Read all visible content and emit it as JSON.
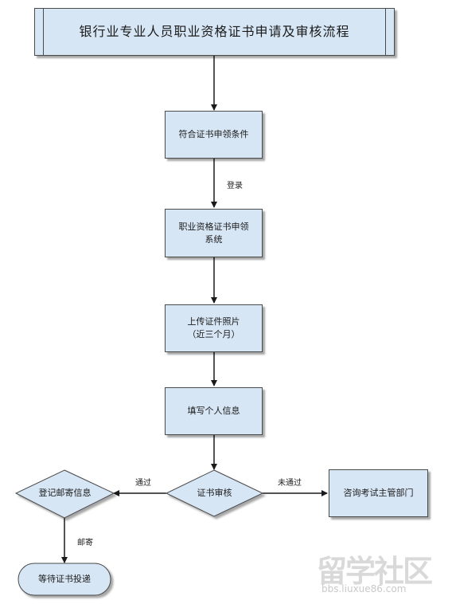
{
  "title": "银行业专业人员职业资格证书申请及审核流程",
  "steps": {
    "conditions": "符合证书申领条件",
    "system": "职业资格证书申领\n系统",
    "photo": "上传证件照片\n（近三个月）",
    "personal_info": "填写个人信息",
    "review": "证书审核",
    "consult": "咨询考试主管部门",
    "register_mail": "登记邮寄信息",
    "await_delivery": "等待证书投递"
  },
  "edge_labels": {
    "login": "登录",
    "pass": "通过",
    "fail": "未通过",
    "mail": "邮寄"
  },
  "watermark": {
    "text": "留学社区",
    "url": "bbs.liuxue86.com"
  },
  "colors": {
    "node_fill": "#d7e6f5",
    "node_border": "#4a4a4a",
    "line": "#1a1a1a"
  }
}
